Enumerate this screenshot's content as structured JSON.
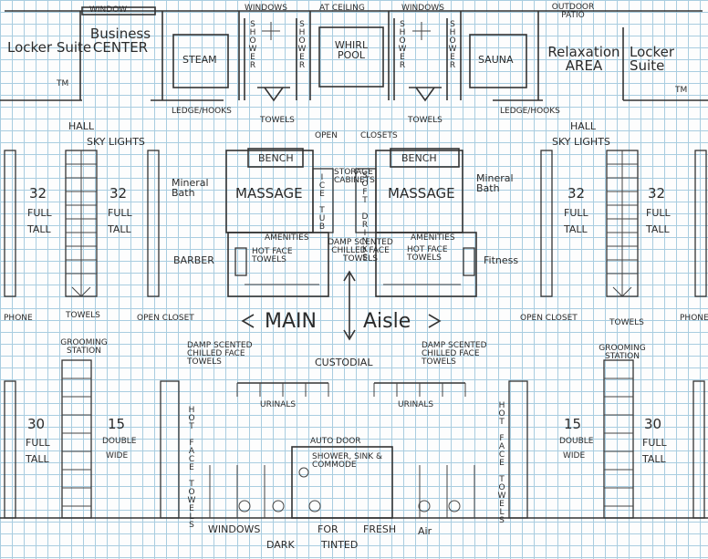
{
  "top": {
    "locker_left": "Locker Suite",
    "tm": "TM",
    "business_center": "Business CENTER",
    "window_label": "WINDOW",
    "steam": "STEAM",
    "windows_top_left": "WINDOWS",
    "at_ceiling": "AT CEILING",
    "windows_top_right": "WINDOWS",
    "outdoor_patio": "OUTDOOR PATIO",
    "shower": "SHOWER",
    "whirlpool": "WHIRL POOL",
    "sauna": "SAUNA",
    "relaxation_area": "Relaxation AREA",
    "locker_right": "Locker Suite",
    "ledge_hooks": "LEDGE/HOOKS",
    "towels": "TOWELS"
  },
  "mid": {
    "hall": "HALL",
    "skylights": "SKY LIGHTS",
    "lockers_count": "32",
    "full": "FULL",
    "tall": "TALL",
    "phone": "PHONE",
    "towels": "TOWELS",
    "open_closet": "OPEN CLOSET",
    "open": "OPEN",
    "closets": "CLOSETS",
    "bench": "BENCH",
    "massage": "MASSAGE",
    "mineral_bath": "Mineral Bath",
    "storage_cabinets": "STORAGE CABINETS",
    "ice_tub": "ICE TUB",
    "soft_drinks": "SOFT DRINKS",
    "barber": "BARBER",
    "fitness": "Fitness",
    "amenities": "AMENITIES",
    "hot_face_towels": "HOT FACE TOWELS",
    "damp_scented_chilled_face_towels": "DAMP SCENTED CHILLED FACE TOWELS",
    "main_aisle_main": "MAIN",
    "main_aisle_aisle": "Aisle"
  },
  "lower": {
    "grooming_station": "GROOMING STATION",
    "lockers_30": "30",
    "lockers_15": "15",
    "double": "DOUBLE",
    "wide": "WIDE",
    "full": "FULL",
    "tall": "TALL",
    "damp_scented_chilled_face_towels": "DAMP SCENTED CHILLED FACE TOWELS",
    "custodial": "CUSTODIAL",
    "urinals": "URINALS",
    "hot_face_towels": "HOT FACE TOWELS",
    "auto_door": "AUTO DOOR",
    "shower_sink_commode": "SHOWER, SINK & COMMODE",
    "windows_bottom": "WINDOWS",
    "dark": "DARK",
    "for": "FOR",
    "tinted": "TINTED",
    "fresh": "FRESH",
    "air": "Air"
  }
}
